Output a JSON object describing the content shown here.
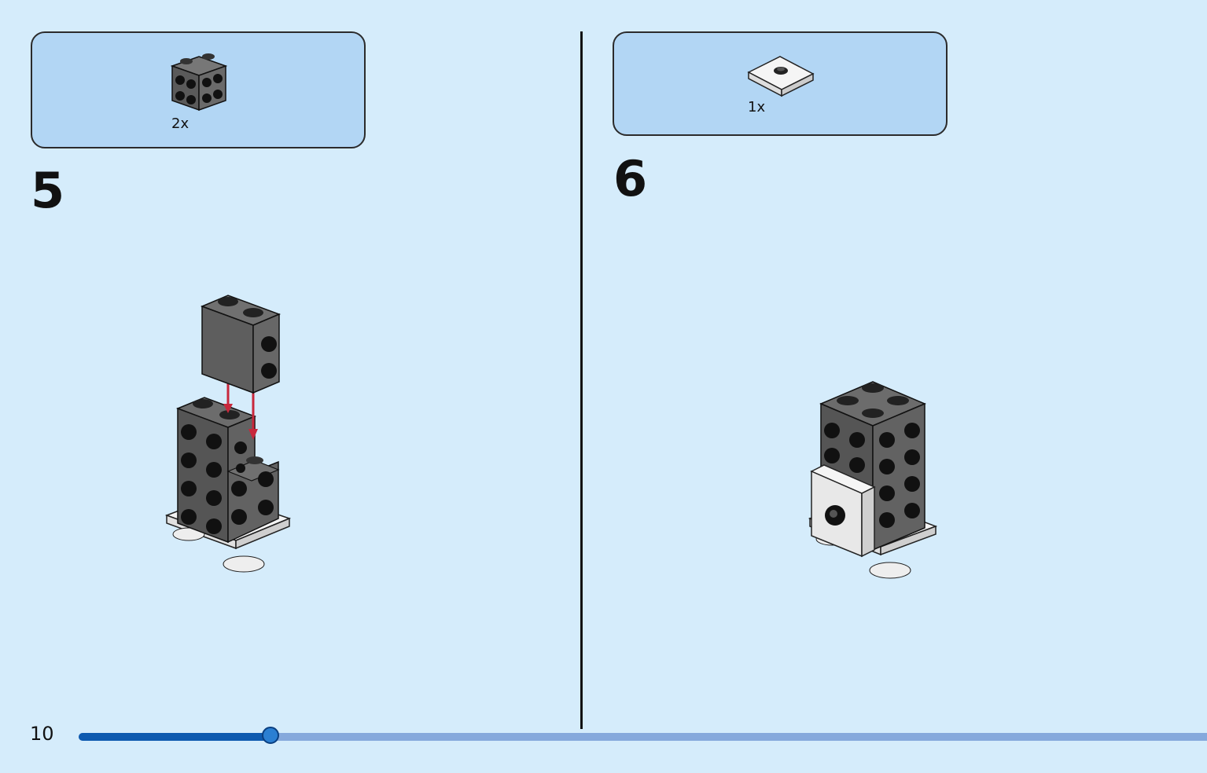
{
  "page": {
    "number": "10",
    "progress_fraction": 0.17
  },
  "steps": [
    {
      "number": "5",
      "part_quantity": "2x",
      "part_icon": "dark-gray-brick-with-side-studs-icon"
    },
    {
      "number": "6",
      "part_quantity": "1x",
      "part_icon": "white-jumper-plate-icon"
    }
  ],
  "colors": {
    "background": "#d5ecfb",
    "parts_box": "#b2d6f4",
    "brick": "#606060",
    "stud": "#111111",
    "arrow": "#c8283c",
    "progress_fill": "#0e5aaf",
    "progress_track": "#86a9dc"
  }
}
